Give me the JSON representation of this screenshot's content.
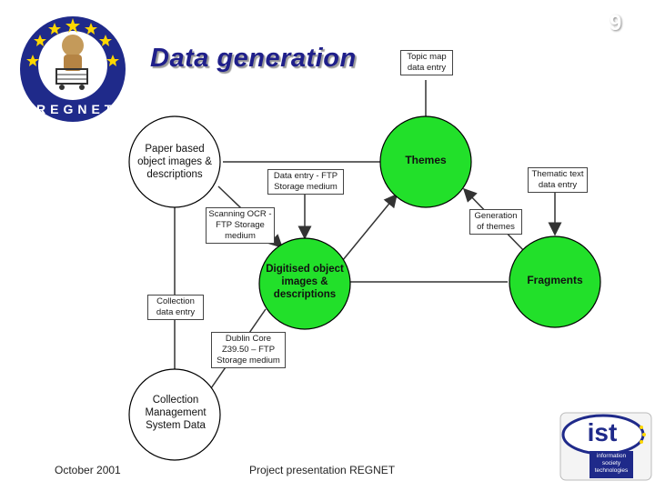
{
  "page_number": "9",
  "title": "Data generation",
  "logo": {
    "text": "REGNET",
    "accent": "#1f2a8a",
    "star_color": "#ffd700"
  },
  "nodes": {
    "paper": "Paper based object images & descriptions",
    "themes": "Themes",
    "digitised": "Digitised object images & descriptions",
    "fragments": "Fragments",
    "cms": "Collection Management System Data"
  },
  "edge_labels": {
    "topic_map": "Topic map data entry",
    "data_entry_ftp": "Data entry - FTP Storage medium",
    "thematic_text": "Thematic text data entry",
    "scanning": "Scanning OCR - FTP Storage medium",
    "generation_themes": "Generation of themes",
    "collection_entry": "Collection data entry",
    "dublin_core": "Dublin Core Z39.50 – FTP Storage medium"
  },
  "footer": {
    "date": "October 2001",
    "center": "Project presentation REGNET"
  },
  "ist_logo": {
    "main": "ist",
    "sub": "information society technologies"
  },
  "colors": {
    "node_fill": "#22e02a",
    "title": "#1f1f8a",
    "node_stroke": "#000000"
  }
}
